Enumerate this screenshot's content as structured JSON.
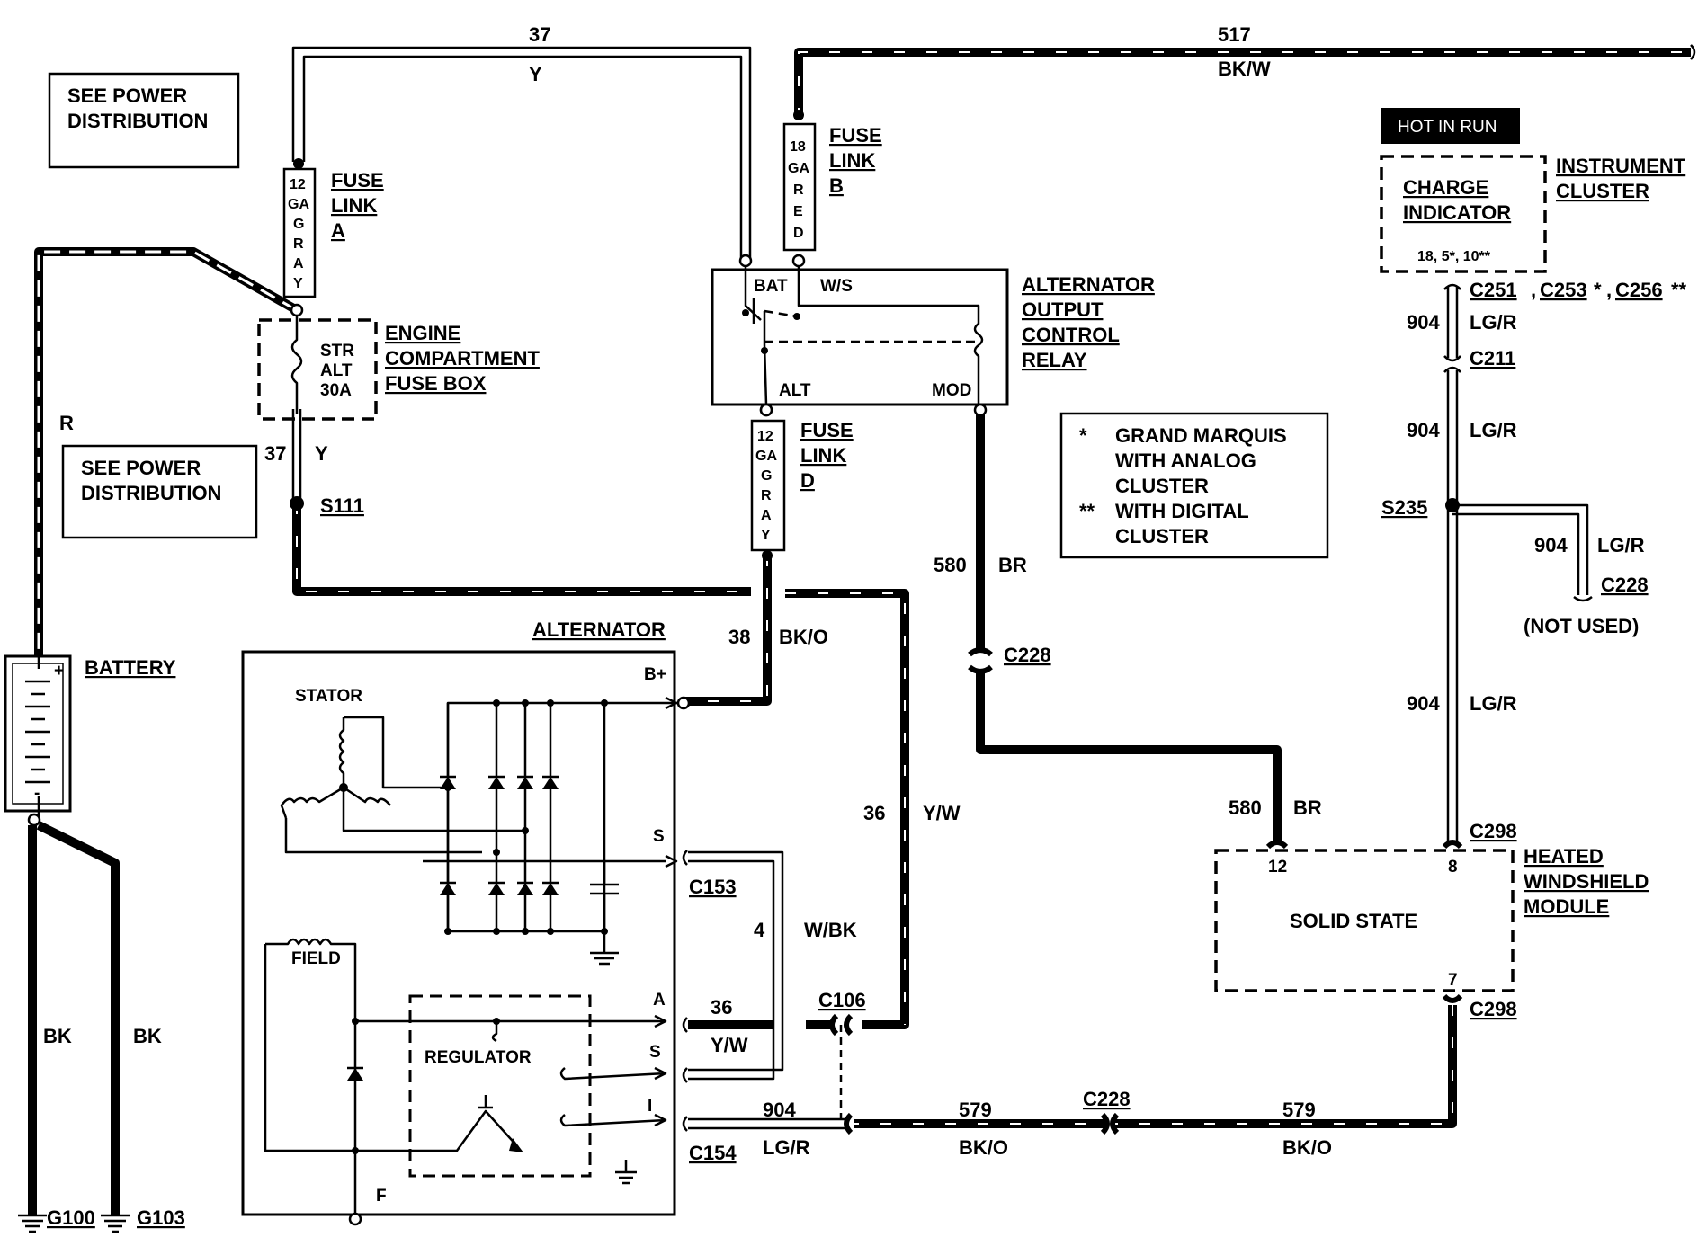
{
  "notes": {
    "see_power_1": [
      "SEE POWER",
      "DISTRIBUTION"
    ],
    "see_power_2": [
      "SEE POWER",
      "DISTRIBUTION"
    ],
    "legend": [
      "*",
      "GRAND MARQUIS",
      "WITH ANALOG",
      "CLUSTER",
      "**",
      "WITH DIGITAL",
      "CLUSTER"
    ]
  },
  "wires": {
    "w37_top": {
      "num": "37",
      "color": "Y"
    },
    "w517": {
      "num": "517",
      "color": "BK/W"
    },
    "w37_mid": {
      "num": "37",
      "color": "Y"
    },
    "wR": {
      "color": "R"
    },
    "w38": {
      "num": "38",
      "color": "BK/O"
    },
    "w580_upper": {
      "num": "580",
      "color": "BR"
    },
    "w580_lower": {
      "num": "580",
      "color": "BR"
    },
    "w36_right": {
      "num": "36",
      "color": "Y/W"
    },
    "w36_left": {
      "num": "36",
      "color": "Y/W"
    },
    "w4": {
      "num": "4",
      "color": "W/BK"
    },
    "w904_a": {
      "num": "904",
      "color": "LG/R"
    },
    "w904_b": {
      "num": "904",
      "color": "LG/R"
    },
    "w904_c": {
      "num": "904",
      "color": "LG/R"
    },
    "w904_d": {
      "num": "904",
      "color": "LG/R"
    },
    "w904_e": {
      "num": "904",
      "color": "LG/R"
    },
    "w579_a": {
      "num": "579",
      "color": "BK/O"
    },
    "w579_b": {
      "num": "579",
      "color": "BK/O"
    },
    "wBK_1": {
      "color": "BK"
    },
    "wBK_2": {
      "color": "BK"
    }
  },
  "components": {
    "fuse_a": {
      "spec": [
        "12",
        "GA",
        "G",
        "R",
        "A",
        "Y"
      ],
      "name": [
        "FUSE",
        "LINK",
        "A"
      ]
    },
    "fuse_b": {
      "spec": [
        "18",
        "GA",
        "R",
        "E",
        "D"
      ],
      "name": [
        "FUSE",
        "LINK",
        "B"
      ]
    },
    "fuse_d": {
      "spec": [
        "12",
        "GA",
        "G",
        "R",
        "A",
        "Y"
      ],
      "name": [
        "FUSE",
        "LINK",
        "D"
      ]
    },
    "fuse_box": {
      "inner": [
        "STR",
        "ALT",
        "30A"
      ],
      "name": [
        "ENGINE",
        "COMPARTMENT",
        "FUSE BOX"
      ]
    },
    "relay": {
      "name": [
        "ALTERNATOR",
        "OUTPUT",
        "CONTROL",
        "RELAY"
      ],
      "pins": {
        "bat": "BAT",
        "ws": "W/S",
        "alt": "ALT",
        "mod": "MOD"
      }
    },
    "alternator": {
      "name": "ALTERNATOR",
      "stator": "STATOR",
      "field": "FIELD",
      "regulator": "REGULATOR",
      "terminals": {
        "bplus": "B+",
        "s": "S",
        "a": "A",
        "s2": "S",
        "i": "I",
        "f": "F"
      }
    },
    "battery": {
      "name": "BATTERY",
      "plus": "+",
      "minus": "-"
    },
    "cluster": {
      "badge": "HOT IN RUN",
      "inner": [
        "CHARGE",
        "INDICATOR"
      ],
      "note": "18, 5*, 10**",
      "name": [
        "INSTRUMENT",
        "CLUSTER"
      ]
    },
    "module": {
      "inner": "SOLID STATE",
      "name": [
        "HEATED",
        "WINDSHIELD",
        "MODULE"
      ],
      "pin12": "12",
      "pin8": "8",
      "pin7": "7"
    }
  },
  "connectors": {
    "c251": "C251",
    "c253": "C253",
    "c253_mark": "*",
    "c256": "C256",
    "c256_mark": "**",
    "c211": "C211",
    "s235": "S235",
    "c228_right": "C228",
    "not_used": "(NOT USED)",
    "c228_mid": "C228",
    "c298_top": "C298",
    "c298_bottom": "C298",
    "s111": "S111",
    "c153": "C153",
    "c154": "C154",
    "c106": "C106",
    "c228_bottom": "C228",
    "g100": "G100",
    "g103": "G103"
  }
}
